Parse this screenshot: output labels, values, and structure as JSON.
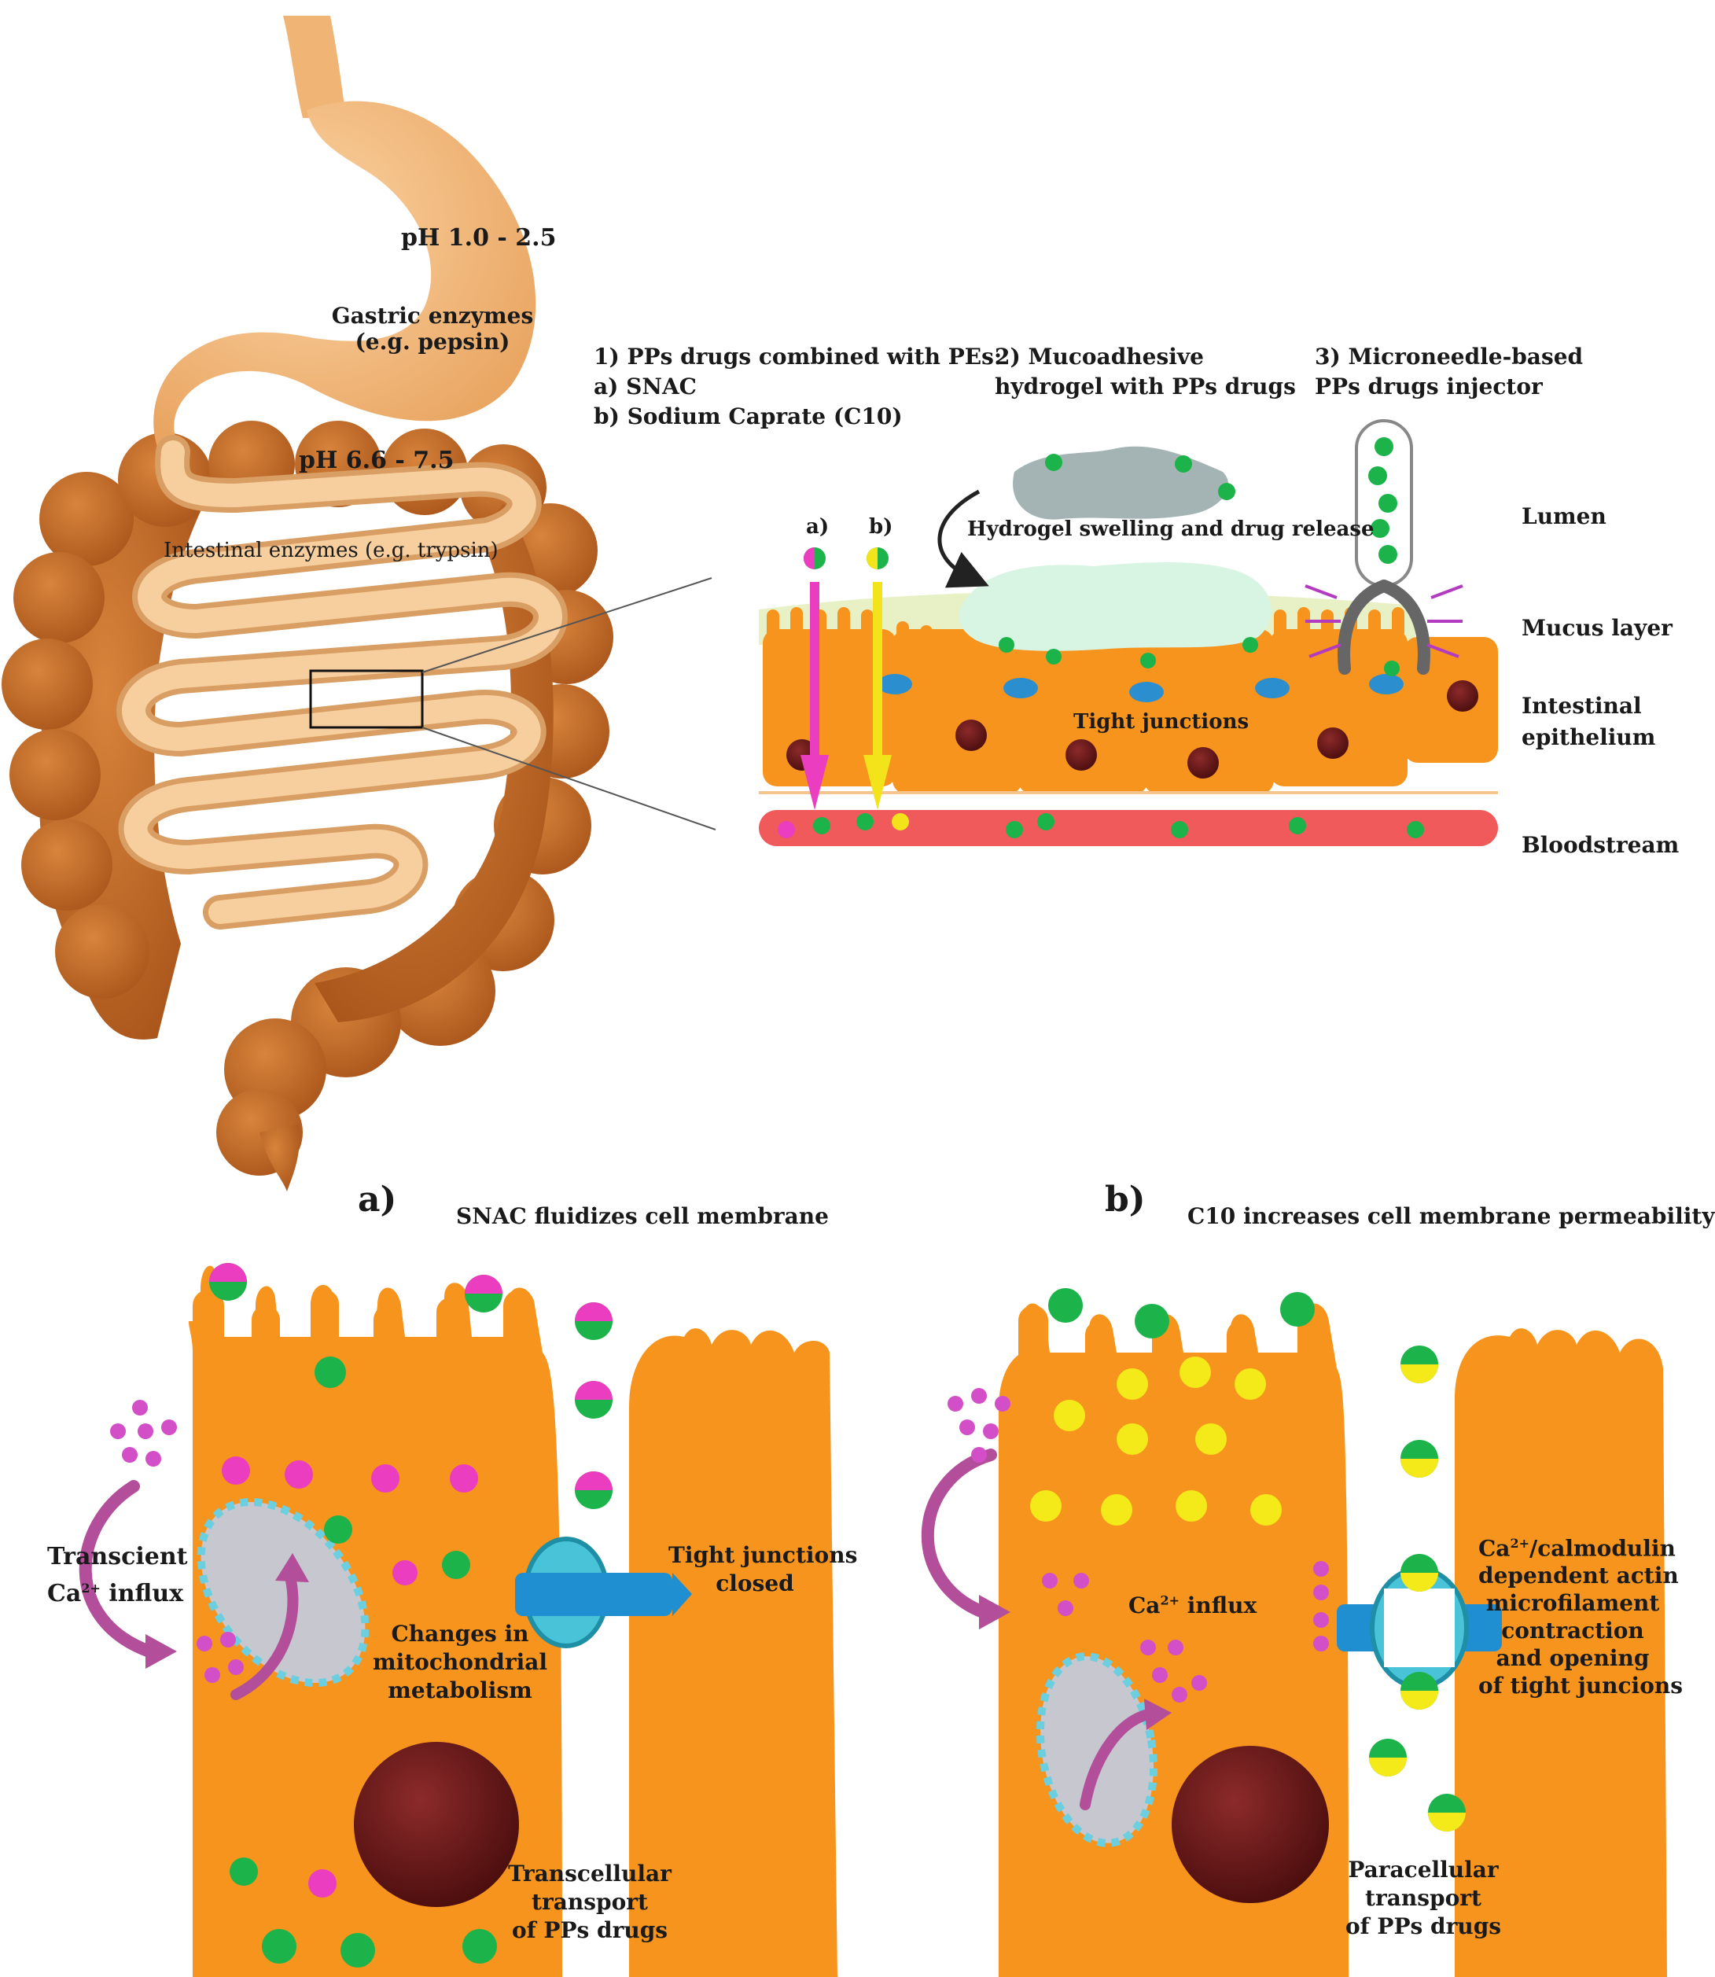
{
  "stomach": {
    "ph": "pH 1.0 - 2.5",
    "enzymes_line1": "Gastric enzymes",
    "enzymes_line2": "(e.g. pepsin)"
  },
  "intestine": {
    "ph": "pH 6.6 - 7.5",
    "enzymes": "Intestinal enzymes (e.g. trypsin)"
  },
  "strategies": {
    "s1_title": "1) PPs drugs combined with PEs:",
    "s1_a": "a) SNAC",
    "s1_b": "b) Sodium Caprate (C10)",
    "s2_line1": "2) Mucoadhesive",
    "s2_line2": "hydrogel with PPs drugs",
    "s3_line1": "3) Microneedle-based",
    "s3_line2": "PPs drugs  injector"
  },
  "zoom": {
    "marker_a": "a)",
    "marker_b": "b)",
    "hydrogel": "Hydrogel swelling and drug release",
    "tight_junctions": "Tight junctions",
    "layers": {
      "lumen": "Lumen",
      "mucus": "Mucus layer",
      "epithelium_line1": "Intestinal",
      "epithelium_line2": "epithelium",
      "bloodstream": "Bloodstream"
    }
  },
  "panel_a": {
    "marker": "a)",
    "title": "SNAC fluidizes cell membrane",
    "ca_line1": "Transcient",
    "ca_line2_pre": "Ca",
    "ca_sup": "2+",
    "ca_line2_post": " influx",
    "mito_line1": "Changes in",
    "mito_line2": "mitochondrial",
    "mito_line3": "metabolism",
    "tj_line1": "Tight junctions",
    "tj_line2": "closed",
    "transport_line1": "Transcellular",
    "transport_line2": "transport",
    "transport_line3": "of PPs drugs"
  },
  "panel_b": {
    "marker": "b)",
    "title": "C10 increases cell membrane permeability",
    "ca_pre": "Ca",
    "ca_sup": "2+",
    "ca_post": " influx",
    "mech_line1_pre": "Ca",
    "mech_sup": "2+",
    "mech_line1_post": "/calmodulin",
    "mech_line2": "dependent actin",
    "mech_line3": "microfilament",
    "mech_line4": "contraction",
    "mech_line5": "and opening",
    "mech_line6": "of tight juncions",
    "transport_line1": "Paracellular",
    "transport_line2": "transport",
    "transport_line3": "of PPs drugs"
  },
  "colors": {
    "cell": "#f7941d",
    "gut": "#f4c28a",
    "colon": "#c8702c",
    "drug_green": "#1bb34a",
    "snac_magenta": "#e83fc0",
    "c10_yellow": "#f4ea1a",
    "blood": "#f05a5a",
    "nucleus": "#6b1a1a"
  }
}
